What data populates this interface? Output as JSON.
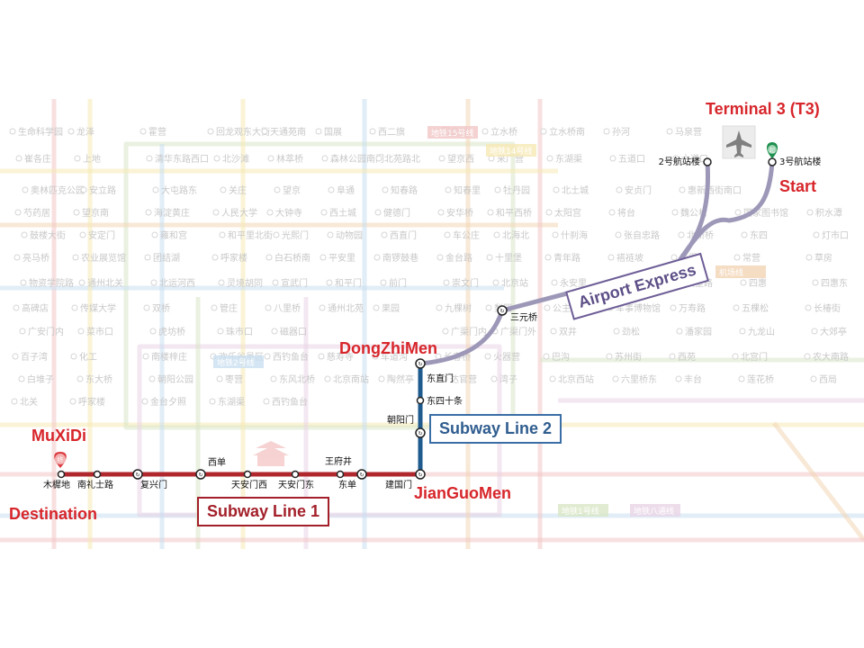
{
  "colors": {
    "line1": "#b0282e",
    "line2": "#1f5b8e",
    "airport_express": "#9d97b8",
    "highlight_text": "#d7262b",
    "line2_box": "#3a6ea5",
    "airport_box": "#6d5d96",
    "line1_box": "#a3202a",
    "faded_lines": [
      "#f2c7c7",
      "#f6e9b4",
      "#c9dff0",
      "#d9e6c6",
      "#e9d4e6",
      "#f3d5b5"
    ]
  },
  "callouts": {
    "terminal3": "Terminal 3 (T3)",
    "start": "Start",
    "muxidi": "MuXiDi",
    "destination": "Destination",
    "dongzhimen": "DongZhiMen",
    "jianguomen": "JianGuoMen"
  },
  "route_boxes": {
    "line1": "Subway Line 1",
    "line2": "Subway Line 2",
    "airport": "Airport Express"
  },
  "stations": {
    "t2": "2号航站楼",
    "t3": "3号航站楼",
    "sanyuanqiao": "三元桥",
    "dongzhimen": "东直门",
    "dongsishitiao": "东四十条",
    "chaoyangmen": "朝阳门",
    "jianguomen": "建国门",
    "dongdan": "东单",
    "wangfujing": "王府井",
    "tiananmen_east": "天安门东",
    "tiananmen_west": "天安门西",
    "xidan": "西单",
    "fuxingmen": "复兴门",
    "nanlishilu": "南礼士路",
    "muxidi": "木樨地"
  },
  "map_badges": {
    "destination_pin": "终",
    "start_pin": "起"
  },
  "icons": {
    "airport": "airplane-icon",
    "transfer": "transfer-station-icon",
    "destination": "destination-pin-icon",
    "start": "start-pin-icon",
    "palace": "tiananmen-landmark-icon"
  },
  "background_labels": [
    "生命科学园",
    "龙泽",
    "霍营",
    "回龙观东大街",
    "天通苑南",
    "国展",
    "西二旗",
    "回龙观",
    "立水桥",
    "立水桥南",
    "孙河",
    "马泉营",
    "崔各庄",
    "上地",
    "清华东路西口",
    "北沙滩",
    "林萃桥",
    "森林公园南门",
    "北苑路北",
    "望京西",
    "来广营",
    "东湖渠",
    "五道口",
    "六道口",
    "奥林匹克公园",
    "安立路",
    "大屯路东",
    "关庄",
    "望京",
    "阜通",
    "知春路",
    "知春里",
    "牡丹园",
    "北土城",
    "安贞门",
    "惠新西街南口",
    "芍药居",
    "望京南",
    "海淀黄庄",
    "人民大学",
    "大钟寺",
    "西土城",
    "健德门",
    "安华桥",
    "和平西桥",
    "太阳宫",
    "将台",
    "魏公村",
    "国家图书馆",
    "积水潭",
    "鼓楼大街",
    "安定门",
    "雍和宫",
    "和平里北街",
    "光熙门",
    "动物园",
    "西直门",
    "车公庄",
    "北海北",
    "什刹海",
    "张自忠路",
    "北新桥",
    "东四",
    "灯市口",
    "亮马桥",
    "农业展览馆",
    "团结湖",
    "呼家楼",
    "白石桥南",
    "平安里",
    "南锣鼓巷",
    "金台路",
    "十里堡",
    "青年路",
    "褡裢坡",
    "黄渠",
    "常营",
    "草房",
    "物资学院路",
    "通州北关",
    "北运河西",
    "灵境胡同",
    "宣武门",
    "和平门",
    "前门",
    "崇文门",
    "北京站",
    "永安里",
    "国贸",
    "大望路",
    "四惠",
    "四惠东",
    "高碑店",
    "传媒大学",
    "双桥",
    "管庄",
    "八里桥",
    "通州北苑",
    "果园",
    "九棵树",
    "梨园",
    "公主坟",
    "军事博物馆",
    "万寿路",
    "五棵松",
    "长椿街",
    "广安门内",
    "菜市口",
    "虎坊桥",
    "珠市口",
    "磁器口",
    "广渠门内",
    "广渠门外",
    "双井",
    "劲松",
    "潘家园",
    "九龙山",
    "大郊亭",
    "百子湾",
    "化工",
    "南楼梓庄",
    "欢乐谷景区",
    "西钓鱼台",
    "慈寿寺",
    "车道沟",
    "长春桥",
    "火器营",
    "巴沟",
    "苏州街",
    "西苑",
    "北宫门",
    "农大南路",
    "白堆子",
    "东大桥",
    "朝阳公园",
    "枣营",
    "东风北桥",
    "北京南站",
    "陶然亭",
    "达官营",
    "湾子",
    "北京西站",
    "六里桥东",
    "丰台",
    "莲花桥",
    "西局",
    "北关",
    "呼家楼",
    "金台夕照",
    "东湖渠",
    "西钓鱼台"
  ],
  "background_badges": [
    "地铁15号线",
    "地铁14号线",
    "地铁2号线",
    "地铁1号线",
    "地铁八通线",
    "机场线"
  ]
}
